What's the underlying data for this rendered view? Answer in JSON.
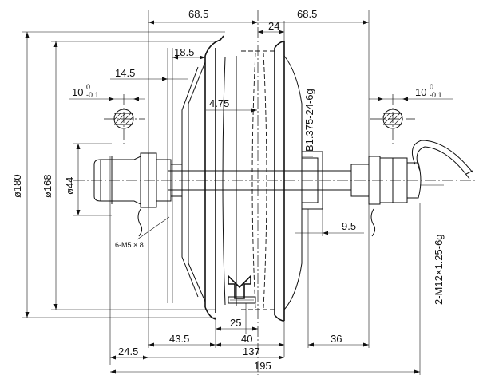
{
  "dimensions": {
    "top_left": "68.5",
    "top_right": "68.5",
    "top_mid": "24",
    "d18_5": "18.5",
    "d14_5": "14.5",
    "d4_75": "4.75",
    "tol_left": "10",
    "tol_right": "10",
    "tol_super": "0",
    "tol_sub": "-0.1",
    "phi180": "ø180",
    "phi168": "ø168",
    "phi44": "ø44",
    "thread_left": "B1.375-24-6g",
    "thread_right": "2-M12×1.25-6g",
    "d9_5": "9.5",
    "screws": "6-M5 × 8",
    "d25": "25",
    "d43_5": "43.5",
    "d40": "40",
    "d36": "36",
    "d24_5": "24.5",
    "d137": "137",
    "d195": "195"
  }
}
